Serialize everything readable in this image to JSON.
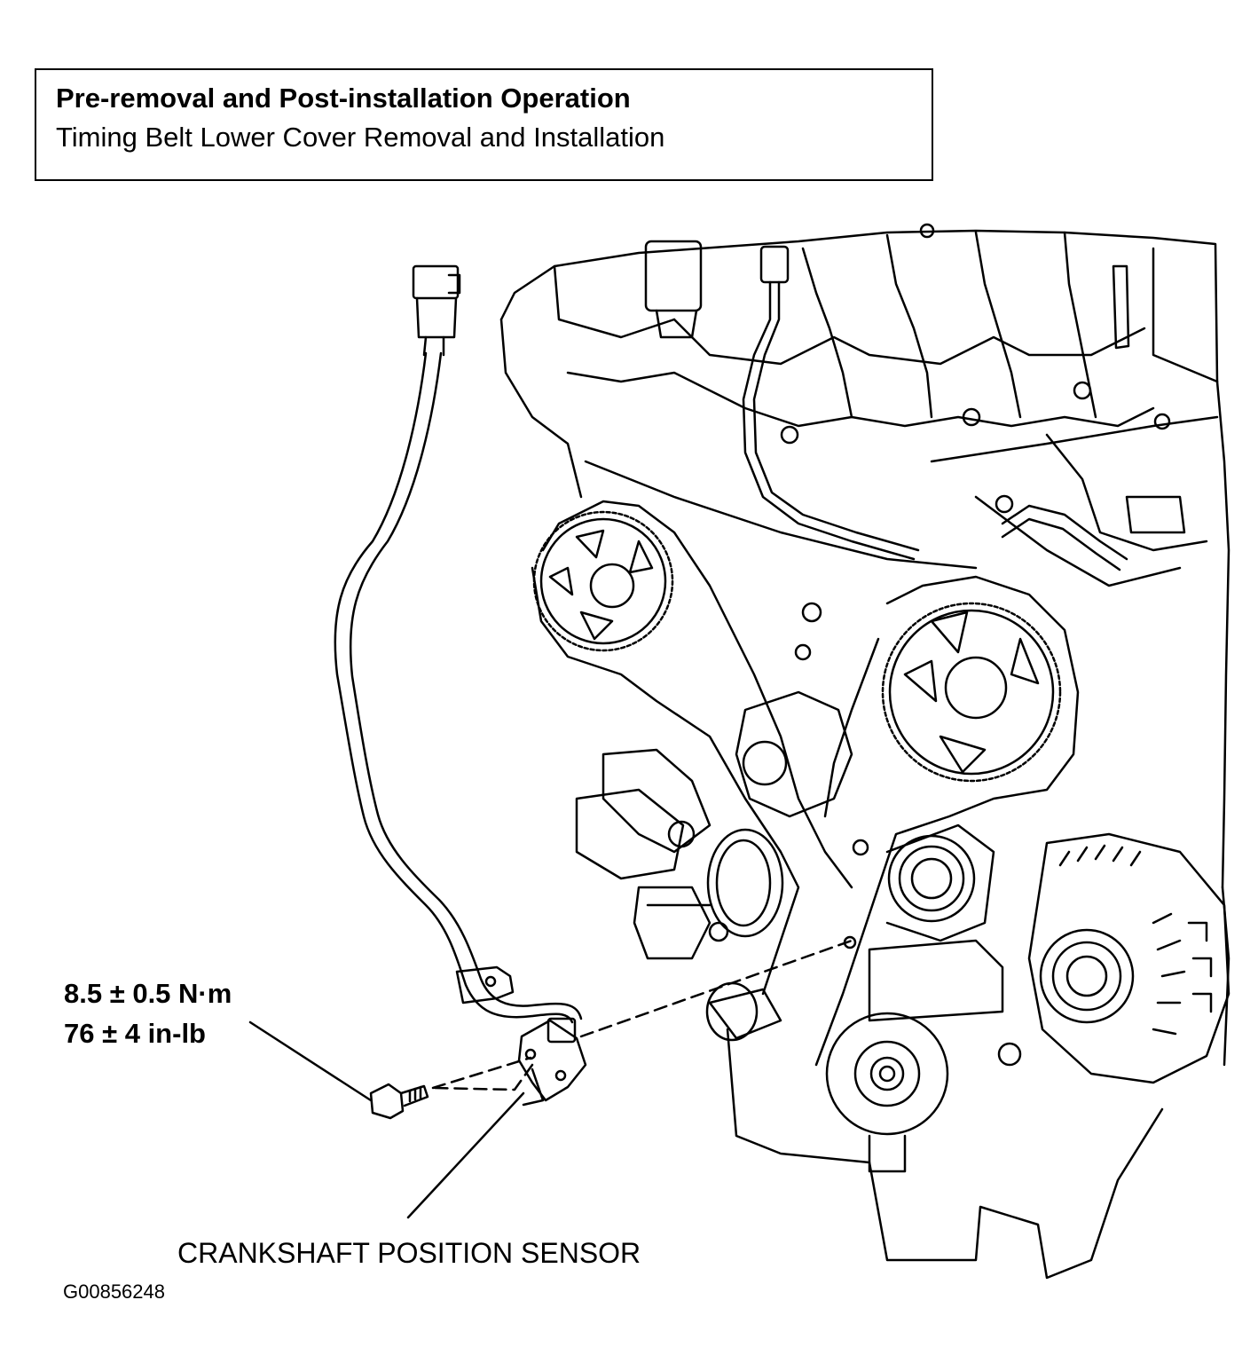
{
  "header": {
    "title": "Pre-removal and Post-installation Operation",
    "subtitle": "Timing Belt Lower Cover Removal and Installation"
  },
  "callouts": {
    "torque_nm": "8.5 ± 0.5 N·m",
    "torque_inlb": "76 ± 4 in-lb",
    "sensor": "CRANKSHAFT POSITION SENSOR"
  },
  "figure_id": "G00856248",
  "colors": {
    "line": "#000000",
    "background": "#ffffff"
  }
}
